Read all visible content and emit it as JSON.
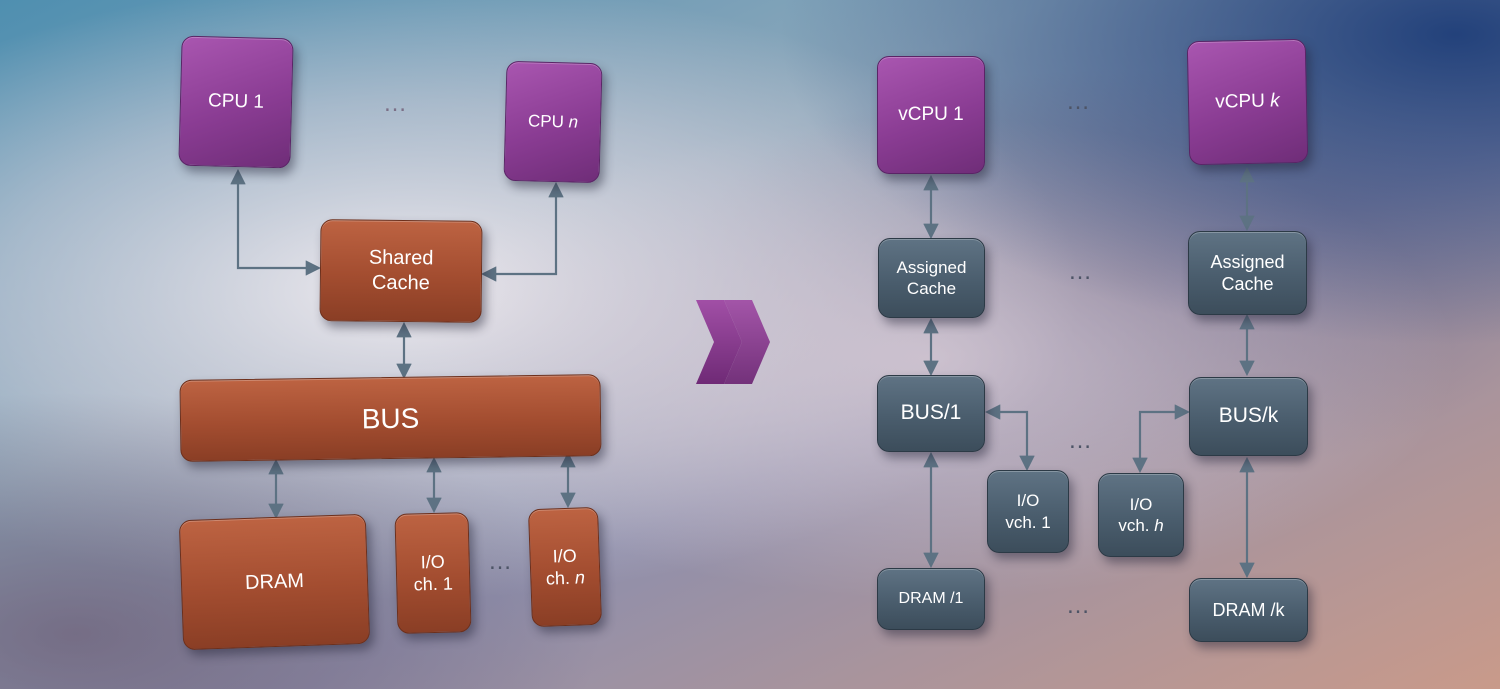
{
  "left": {
    "cpu1": "CPU 1",
    "cpun_prefix": "CPU ",
    "cpun_var": "n",
    "cache_line1": "Shared",
    "cache_line2": "Cache",
    "bus": "BUS",
    "dram": "DRAM",
    "io1_line1": "I/O",
    "io1_line2": "ch. 1",
    "ion_line1": "I/O",
    "ion_line2_prefix": "ch. ",
    "ion_line2_var": "n",
    "dots": "…"
  },
  "transition_icon": "double-chevron-right-icon",
  "right": {
    "vcpu1": "vCPU 1",
    "vcpuk_prefix": "vCPU ",
    "vcpuk_var": "k",
    "cache1_line1": "Assigned",
    "cache1_line2": "Cache",
    "cachek_line1": "Assigned",
    "cachek_line2": "Cache",
    "bus1": "BUS/1",
    "busk": "BUS/k",
    "vch1_line1": "I/O",
    "vch1_line2": "vch. 1",
    "vchh_line1": "I/O",
    "vchh_line2_prefix": "vch. ",
    "vchh_line2_var": "h",
    "dram1": "DRAM /1",
    "dramk": "DRAM /k",
    "dots": "…"
  },
  "colors": {
    "cpu": "#8a3c93",
    "rust": "#a34d30",
    "slate": "#4a5d6d",
    "connector": "#5d7283",
    "chevron": "#7a2f7f"
  }
}
